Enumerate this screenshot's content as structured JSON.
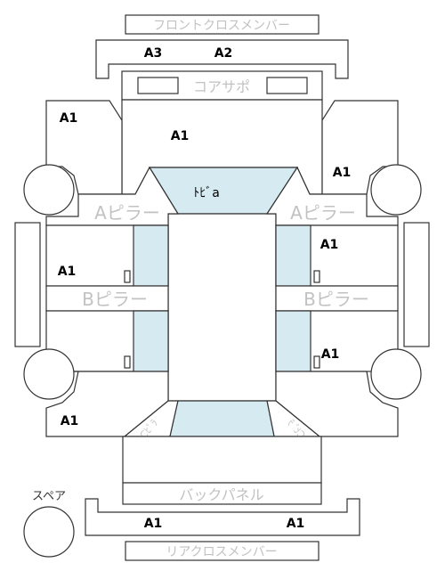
{
  "labels": {
    "front_cross_member": "フロントクロスメンバー",
    "core_support": "コアサポ",
    "a_pillar_left": "Aピラー",
    "a_pillar_right": "Aピラー",
    "b_pillar_left": "Bピラー",
    "b_pillar_right": "Bピラー",
    "roof": "ﾄﾋﾞa",
    "back_panel": "バックパネル",
    "spare": "スペア",
    "rear_cross_member": "リアクロスメンバー",
    "c_pillar_left": "Cﾋﾟﾗ",
    "c_pillar_right": "Cﾋﾟﾗ"
  },
  "grades": {
    "a3": "A3",
    "a2": "A2",
    "hood": "A1",
    "fender_left": "A1",
    "fender_right": "A1",
    "front_door_left": "A1",
    "front_door_right": "A1",
    "rear_door_right": "A1",
    "quarter_left": "A1",
    "rear_left": "A1",
    "rear_right": "A1"
  },
  "colors": {
    "line": "#333333",
    "glass": "#d6eaf2",
    "label_gray": "#c2c2c2",
    "grade_text": "#000000"
  }
}
